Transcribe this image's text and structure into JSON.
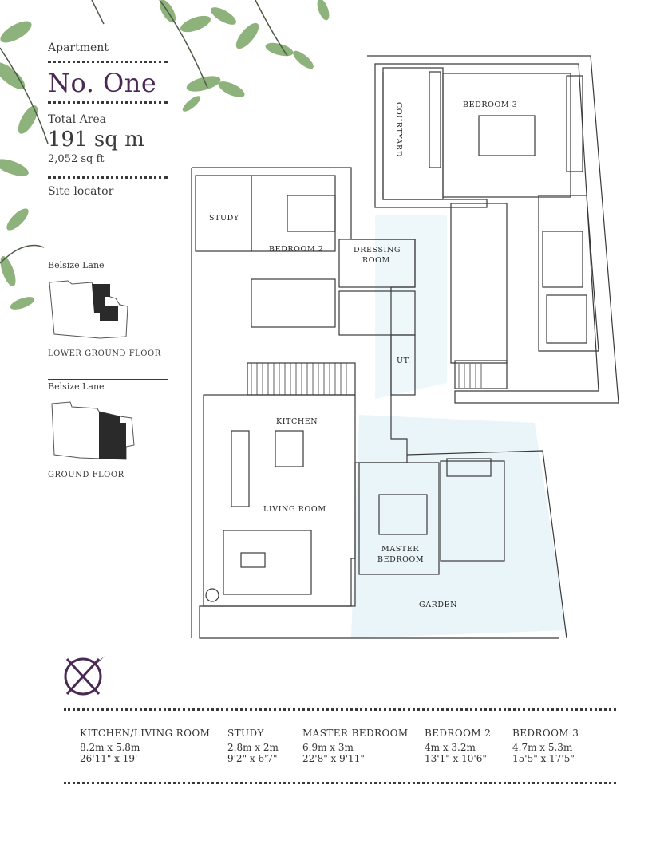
{
  "panel": {
    "apartment_label": "Apartment",
    "name": "No. One",
    "total_area_label": "Total Area",
    "area_sqm": "191 sq m",
    "area_sqft": "2,052 sq ft",
    "site_locator_label": "Site locator",
    "locator1_street": "Belsize Lane",
    "locator1_floor": "LOWER GROUND FLOOR",
    "locator2_street": "Belsize Lane",
    "locator2_floor": "GROUND FLOOR"
  },
  "rooms": {
    "courtyard": "COURTYARD",
    "bedroom3": "BEDROOM 3",
    "study": "STUDY",
    "bedroom2": "BEDROOM 2",
    "dressing1": "DRESSING",
    "dressing2": "ROOM",
    "utility": "UT.",
    "kitchen": "KITCHEN",
    "living": "LIVING ROOM",
    "master1": "MASTER",
    "master2": "BEDROOM",
    "garden": "GARDEN"
  },
  "dimensions": [
    {
      "room": "KITCHEN/LIVING ROOM",
      "metric": "8.2m x 5.8m",
      "imperial": "26'11\" x 19'"
    },
    {
      "room": "STUDY",
      "metric": "2.8m x 2m",
      "imperial": "9'2\" x 6'7\""
    },
    {
      "room": "MASTER BEDROOM",
      "metric": "6.9m x 3m",
      "imperial": "22'8\" x 9'11\""
    },
    {
      "room": "BEDROOM 2",
      "metric": "4m x 3.2m",
      "imperial": "13'1\" x 10'6\""
    },
    {
      "room": "BEDROOM 3",
      "metric": "4.7m x 5.3m",
      "imperial": "15'5\" x 17'5\""
    }
  ],
  "colors": {
    "accent": "#4a2a55",
    "wall": "#3a3a3a",
    "garden_tint": "#e8f4f8",
    "leaf": "#6f9a5c"
  },
  "icons": [
    "leaves-decoration",
    "site-locator-map",
    "compass-rose-icon"
  ]
}
